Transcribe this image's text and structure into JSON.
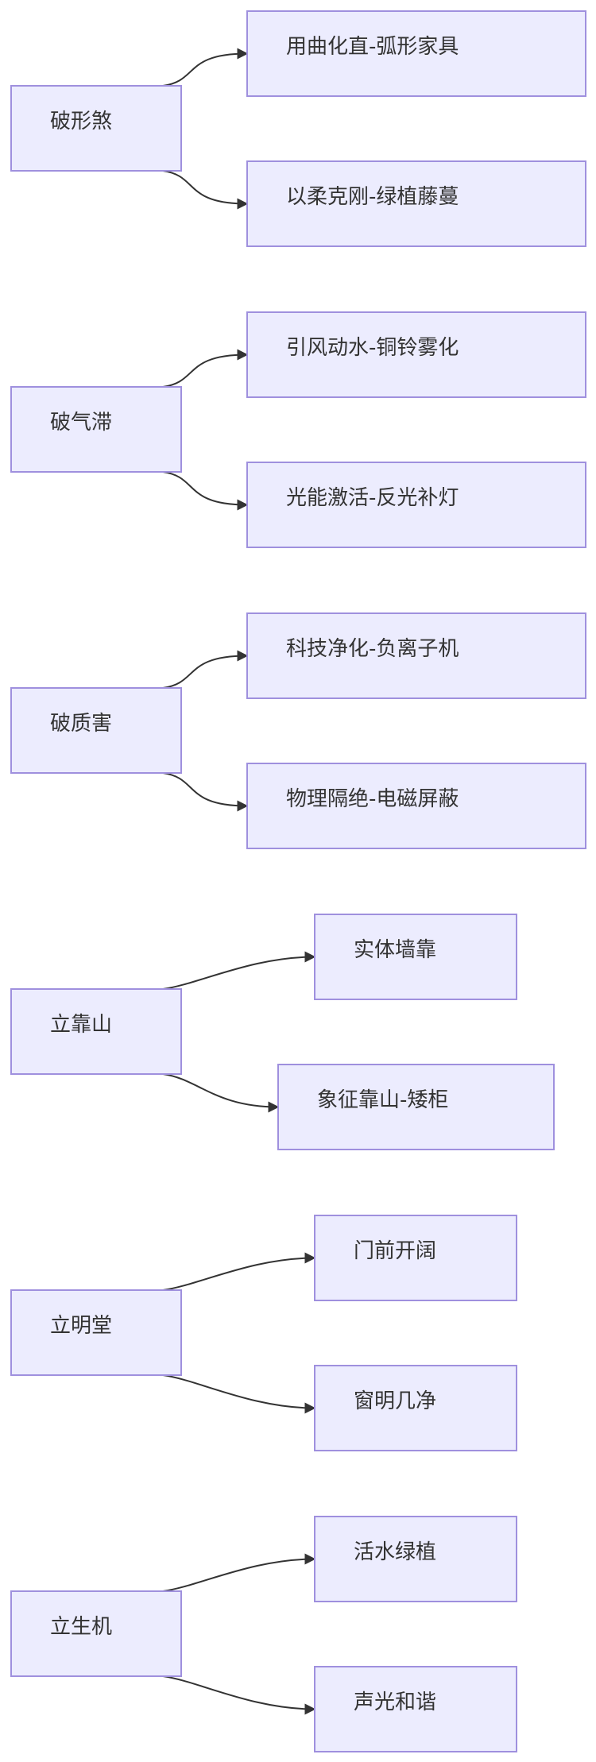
{
  "colors": {
    "node_fill": "#ececfe",
    "node_stroke": "#9f90de",
    "edge": "#333333",
    "text": "#333333"
  },
  "groups": [
    {
      "label": "破形煞",
      "children": [
        "用曲化直-弧形家具",
        "以柔克刚-绿植藤蔓"
      ]
    },
    {
      "label": "破气滞",
      "children": [
        "引风动水-铜铃雾化",
        "光能激活-反光补灯"
      ]
    },
    {
      "label": "破质害",
      "children": [
        "科技净化-负离子机",
        "物理隔绝-电磁屏蔽"
      ]
    },
    {
      "label": "立靠山",
      "children": [
        "实体墙靠",
        "象征靠山-矮柜"
      ]
    },
    {
      "label": "立明堂",
      "children": [
        "门前开阔",
        "窗明几净"
      ]
    },
    {
      "label": "立生机",
      "children": [
        "活水绿植",
        "声光和谐"
      ]
    }
  ]
}
